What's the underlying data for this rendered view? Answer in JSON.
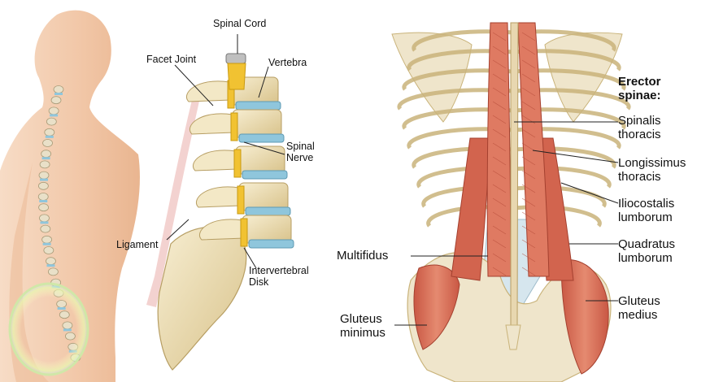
{
  "spine_panel": {
    "labels": {
      "spinal_cord": "Spinal Cord",
      "facet_joint": "Facet Joint",
      "vertebra": "Vertebra",
      "spinal_nerve": [
        "Spinal",
        "Nerve"
      ],
      "ligament": "Ligament",
      "intervertebral_disk": [
        "Intervertebral",
        "Disk"
      ]
    }
  },
  "muscle_panel": {
    "group_heading": [
      "Erector",
      "spinae:"
    ],
    "labels": {
      "spinalis_thoracis": [
        "Spinalis",
        "thoracis"
      ],
      "longissimus_thoracis": [
        "Longissimus",
        "thoracis"
      ],
      "iliocostalis_lumborum": [
        "Iliocostalis",
        "lumborum"
      ],
      "quadratus_lumborum": [
        "Quadratus",
        "lumborum"
      ],
      "multifidus": "Multifidus",
      "gluteus_medius": [
        "Gluteus",
        "medius"
      ],
      "gluteus_minimus": [
        "Gluteus",
        "minimus"
      ]
    }
  },
  "colors": {
    "skin": "#f2c8a8",
    "bone": "#efe3bf",
    "bone_shadow": "#c9b37a",
    "nerve_yellow": "#f1c232",
    "disk_blue": "#8fc6dc",
    "muscle": "#d9705a",
    "muscle_dark": "#b8493a",
    "highlight_ring": "#a9dff0"
  }
}
